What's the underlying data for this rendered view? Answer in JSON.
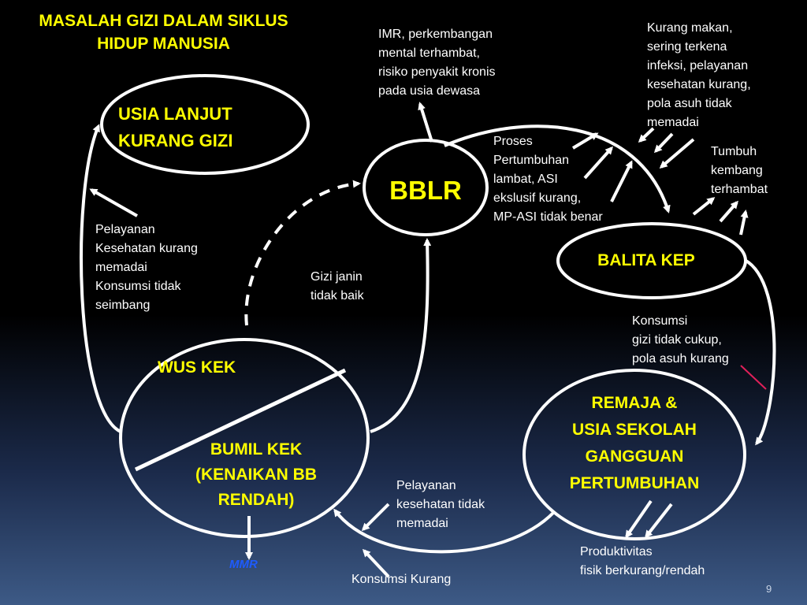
{
  "title": "MASALAH GIZI DALAM SIKLUS\nHIDUP MANUSIA",
  "nodes": {
    "usia_lanjut": "USIA LANJUT\nKURANG GIZI",
    "bblr": "BBLR",
    "balita": "BALITA KEP",
    "wus": "WUS KEK",
    "bumil": "BUMIL KEK\n(KENAIKAN BB\nRENDAH)",
    "remaja": "REMAJA &\nUSIA SEKOLAH\nGANGGUAN\nPERTUMBUHAN"
  },
  "labels": {
    "imr": "IMR, perkembangan\nmental terhambat,\nrisiko penyakit kronis\npada usia dewasa",
    "kurang_makan": "Kurang makan,\nsering terkena\ninfeksi, pelayanan\nkesehatan kurang,\npola asuh tidak\nmemadai",
    "proses": "Proses\nPertumbuhan\nlambat, ASI\nekslusif kurang,\nMP-ASI tidak benar",
    "tumbuh": "Tumbuh\nkembang\nterhambat",
    "pelayanan_lanjut": "Pelayanan\nKesehatan kurang\nmemadai\nKonsumsi tidak\nseimbang",
    "gizi_janin": "Gizi janin\ntidak baik",
    "konsumsi_gizi": "Konsumsi\ngizi tidak cukup,\npola asuh kurang",
    "pelayanan_remaja": "Pelayanan\nkesehatan tidak\nmemadai",
    "produktivitas": "Produktivitas\nfisik berkurang/rendah",
    "konsumsi_kurang": "Konsumsi Kurang",
    "mmr": "MMR",
    "page_number": "9"
  },
  "colors": {
    "node_text": "#ffff00",
    "label_text": "#ffffff",
    "mmr_text": "#1e5bff",
    "accent_line": "#e0205a"
  }
}
